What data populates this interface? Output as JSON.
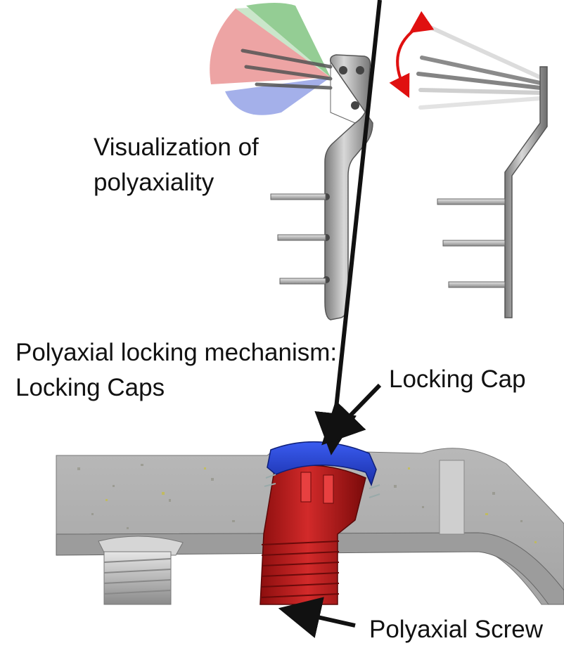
{
  "captions": {
    "visualization": [
      "Visualization of",
      "polyaxiality"
    ],
    "mechanism": [
      "Polyaxial locking mechanism:",
      "Locking Caps"
    ]
  },
  "labels": {
    "locking_cap": "Locking Cap",
    "polyaxial_screw": "Polyaxial Screw"
  },
  "colors": {
    "cone_red": "#e05a5a",
    "cone_green": "#3ea63e",
    "cone_blue": "#5a6fd8",
    "locking_cap": "#1e3cc8",
    "screw": "#b01818",
    "rotation_arrow": "#e01010",
    "metal": "#9a9a9a"
  }
}
